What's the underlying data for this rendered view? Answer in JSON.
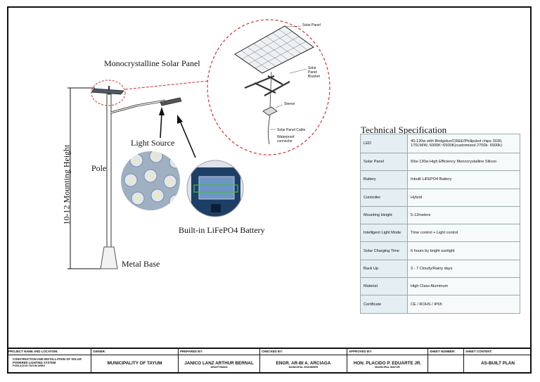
{
  "labels": {
    "solar_panel": "Monocrystalline Solar Panel",
    "light_source": "Light Source",
    "pole": "Pole",
    "mounting_height": "10-12 Mounting Height",
    "battery": "Built-in LiFePO4 Battery",
    "metal_base": "Metal Base"
  },
  "detail_labels": {
    "solar_panel": "Solar Panel",
    "bracket": "Solar Panel Bracket",
    "sleeve": "Sleeve",
    "cable": "Solar Panel Cable",
    "connector": "Waterproof connector"
  },
  "spec": {
    "title": "Technical Specification",
    "rows": [
      {
        "key": "LED",
        "value": "40-120w with Bridgelux/CREE/Philipsled chips 3030, 170LM/W, 6000K~6500K(customized 2700k- 6500k)"
      },
      {
        "key": "Solar Panel",
        "value": "50w-130w High Efficiency Monocrystalline Silicon"
      },
      {
        "key": "Battery",
        "value": "Inbuilt LiFEPO4 Battery"
      },
      {
        "key": "Controller",
        "value": "Hybrid"
      },
      {
        "key": "Mounting Height",
        "value": "5-12meters"
      },
      {
        "key": "Intelligent Light Mode",
        "value": "Time control + Light control"
      },
      {
        "key": "Solar Charging Time",
        "value": "6 hours by bright sunlight"
      },
      {
        "key": "Back Up",
        "value": "3 - 7 Cloudy/Rainy days"
      },
      {
        "key": "Material",
        "value": "High Class Aluminum"
      },
      {
        "key": "Certificate",
        "value": "CE / ROHS / IP65"
      }
    ]
  },
  "title_block": {
    "project_header": "PROJECT NAME AND LOCATION:",
    "project_name": "CONSTRUCTION AND INSTALLATION OF SOLAR POWERED LIGHTING SYSTEM",
    "project_location": "POBLACION TAYUM ABRA",
    "owner_header": "OWNER:",
    "owner": "MUNICIPALITY OF TAYUM",
    "prepared_header": "PREPARED BY:",
    "prepared": "JANICO LANZ ARTHUR BERNAL",
    "prepared_role": "DRAFTSMAN",
    "checked_header": "CHECKED BY:",
    "checked": "ENGR. AR-BI A. ARCIAGA",
    "checked_role": "MUNICIPAL ENGINEER",
    "approved_header": "APPROVED BY:",
    "approved": "HON. PLACIDO P. EDUARTE JR.",
    "approved_role": "MUNICIPAL MAYOR",
    "sheet_number_header": "SHEET NUMBER:",
    "sheet_number": "",
    "sheet_content_header": "SHEET CONTENT:",
    "sheet_content": "AS-BUILT PLAN"
  },
  "colors": {
    "callout": "#d23030",
    "lens": "#b9c8d8",
    "battery": "#1d3f66"
  }
}
